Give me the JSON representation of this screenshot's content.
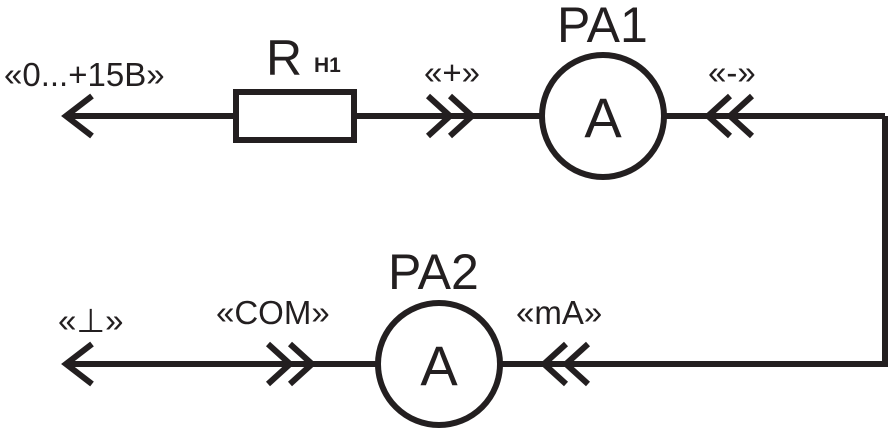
{
  "labels": {
    "supply": "«0...+15В»",
    "resistor": "R",
    "resistor_sub": "Н1",
    "plus": "«+»",
    "minus": "«-»",
    "meter1": "PA1",
    "meter2": "PA2",
    "ground": "«⊥»",
    "com": "«COM»",
    "ma": "«mA»",
    "ammeter_symbol": "A"
  },
  "colors": {
    "ink": "#231f20",
    "background": "#ffffff"
  }
}
